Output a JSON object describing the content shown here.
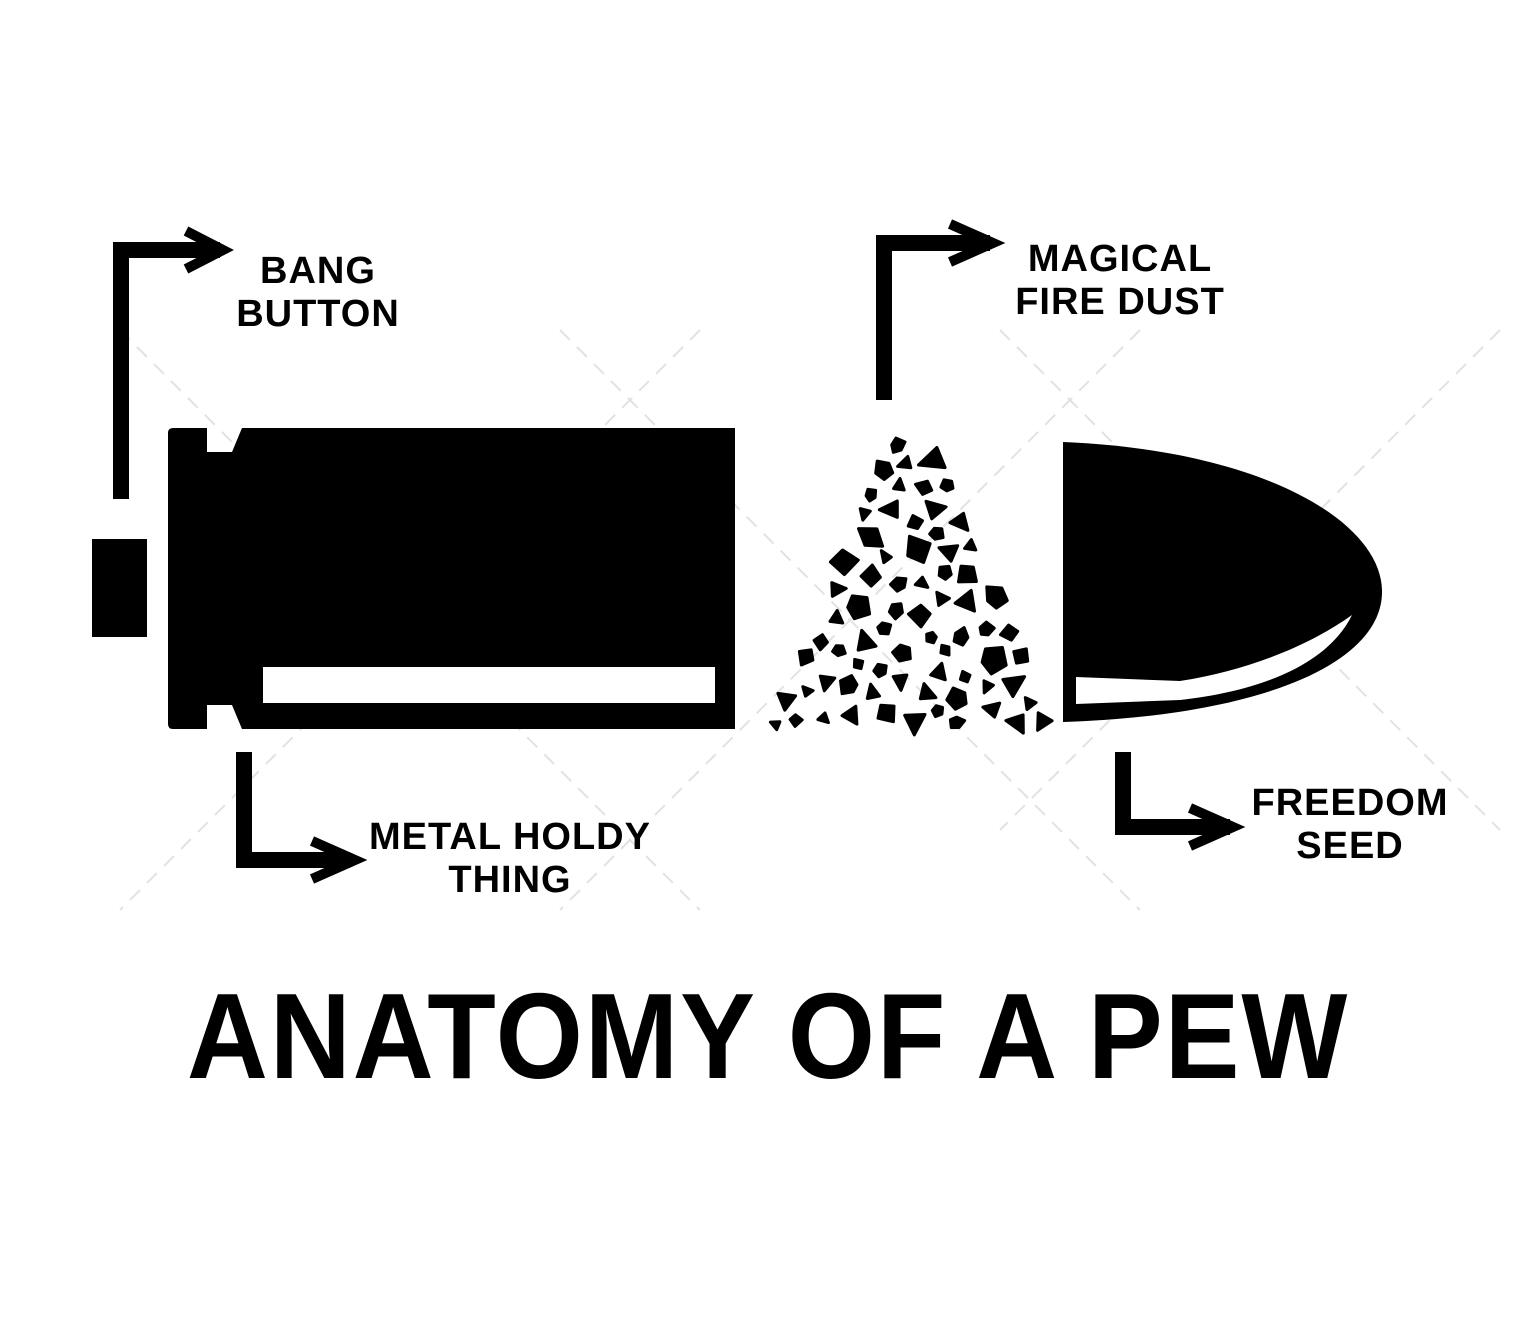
{
  "labels": {
    "bang_button": [
      "BANG",
      "BUTTON"
    ],
    "magical_fire_dust": [
      "MAGICAL",
      "FIRE DUST"
    ],
    "metal_holdy_thing": [
      "METAL HOLDY",
      "THING"
    ],
    "freedom_seed": [
      "FREEDOM",
      "SEED"
    ]
  },
  "title": "ANATOMY OF A PEW",
  "colors": {
    "ink": "#000000",
    "paper": "#ffffff",
    "watermark": "#c8c8c8"
  }
}
